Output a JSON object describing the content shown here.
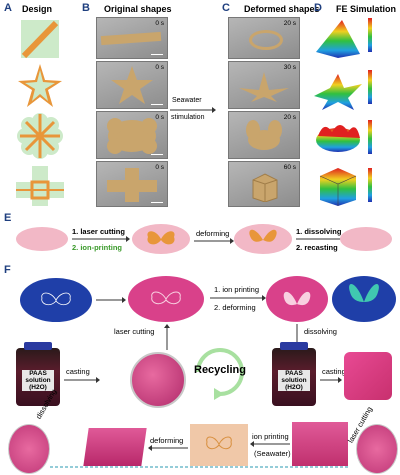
{
  "panels": {
    "A": {
      "letter": "A",
      "title": "Design"
    },
    "B": {
      "letter": "B",
      "title": "Original shapes",
      "times": [
        "0 s",
        "0 s",
        "0 s",
        "0 s"
      ]
    },
    "C": {
      "letter": "C",
      "title": "Deformed shapes",
      "times": [
        "20 s",
        "30 s",
        "20 s",
        "60 s"
      ]
    },
    "D": {
      "letter": "D",
      "title": "FE Simulation"
    },
    "E": {
      "letter": "E"
    },
    "F": {
      "letter": "F"
    }
  },
  "abc_arrow": {
    "line1": "Seawater",
    "line2": "stimulation"
  },
  "row_e": {
    "step1a": "1. laser cutting",
    "step1b": "2. ion-printing",
    "step2": "deforming",
    "step3a": "1. dissolving",
    "step3b": "2. recasting"
  },
  "row_f": {
    "ion_a": "1. ion printing",
    "ion_b": "2. deforming",
    "laser_cutting": "laser cutting",
    "dissolving_right": "dissolving",
    "casting_left": "casting",
    "casting_right": "casting",
    "recycling": "Recycling",
    "dissolving_left": "dissolving",
    "deforming_bottom": "deforming",
    "ion_print_sea_a": "ion printing",
    "ion_print_sea_b": "(Seawater)",
    "laser_cutting_right": "laser cutting",
    "jar_label_1": "PAAS",
    "jar_label_2": "solution",
    "jar_label_3": "(H2O)"
  },
  "colors": {
    "orange": "#e8963a",
    "pink": "#f2b8c6",
    "magenta": "#d9418a",
    "blue": "#1f3fa8",
    "green_bg": "#cdeac9"
  }
}
